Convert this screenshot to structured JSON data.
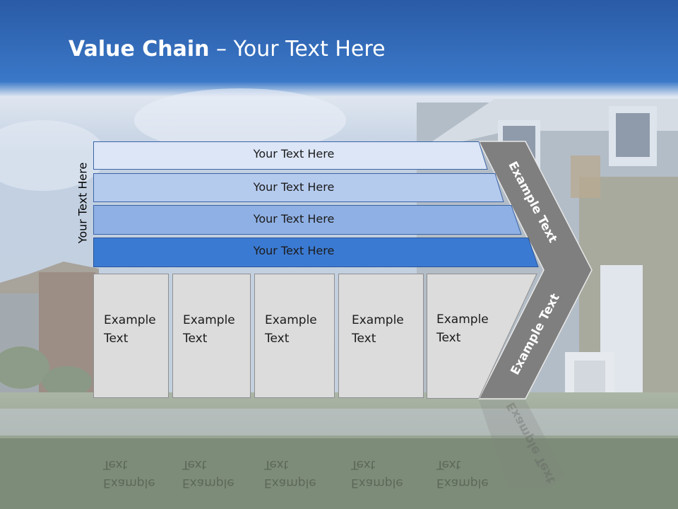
{
  "title": {
    "bold": "Value Chain",
    "rest": " – Your Text Here"
  },
  "side_label": "Your Text Here",
  "bars": [
    {
      "label": "Your Text Here",
      "color": "#dce6f7"
    },
    {
      "label": "Your Text Here",
      "color": "#b5cbee"
    },
    {
      "label": "Your Text Here",
      "color": "#8fb0e4"
    },
    {
      "label": "Your Text Here",
      "color": "#3b7ad2"
    }
  ],
  "boxes": [
    {
      "label": "Example\nText"
    },
    {
      "label": "Example\nText"
    },
    {
      "label": "Example\nText"
    },
    {
      "label": "Example\nText"
    },
    {
      "label": "Example\nText"
    }
  ],
  "chevron": {
    "upper_label": "Example Text",
    "lower_label": "Example Text",
    "color": "#7f7f7f"
  },
  "colors": {
    "sky_top": "#2a61ad",
    "sky": "#3b7bcd",
    "grass": "#7f8f7c"
  }
}
